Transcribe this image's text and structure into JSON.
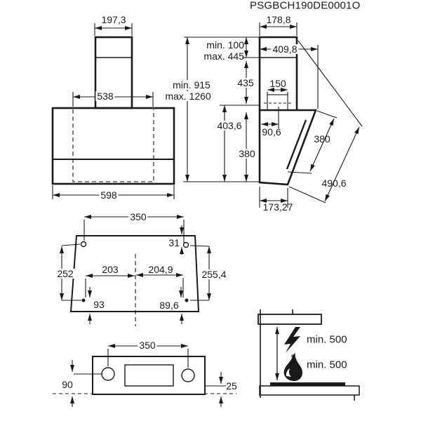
{
  "title": "PSGBCH190DE0001O",
  "colors": {
    "line": "#1a1a1a",
    "background": "#ffffff"
  },
  "front_view": {
    "chimney_width": "197,3",
    "mounting_width": "538",
    "body_width": "598"
  },
  "side_view": {
    "chimney_depth": "178,8",
    "telescopic_min": "min. 100",
    "telescopic_max": "max. 445",
    "total_depth": "409,8",
    "chimney_section_height": "435",
    "total_height_min": "min. 915",
    "total_height_max": "max. 1260",
    "duct_width": "150",
    "duct_offset": "90,6",
    "body_height": "403,6",
    "back_panel_height": "380",
    "glass_panel_length": "380",
    "front_panel_length": "490,6",
    "bottom_depth": "173,27"
  },
  "mounting_view": {
    "hole_spacing": "350",
    "hole_edge_offset": "31",
    "left_side_height": "252",
    "left_hole_offset": "203",
    "right_hole_offset": "204,9",
    "right_side_height": "255,4",
    "bottom_left_offset": "93",
    "bottom_right_offset": "89,6"
  },
  "bracket_view": {
    "hole_spacing": "350",
    "hole_height": "90",
    "slot_offset": "25"
  },
  "clearance_view": {
    "electric_hob_clearance": "min. 500",
    "gas_hob_clearance": "min. 500",
    "icons": [
      "lightning-icon",
      "flame-icon"
    ]
  }
}
